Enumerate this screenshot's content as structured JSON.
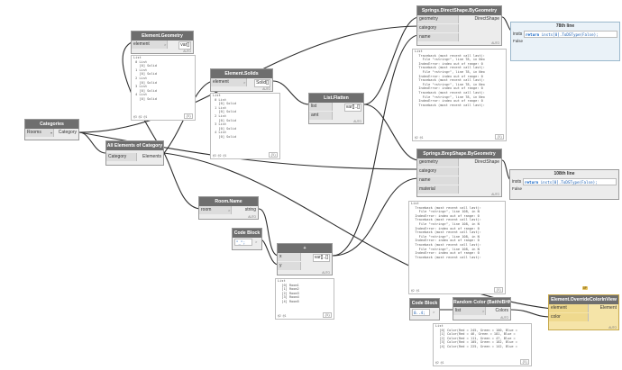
{
  "nodes": {
    "categories": {
      "title": "Categories",
      "dropdown": "Rooms",
      "out": "Category"
    },
    "all_elements": {
      "title": "All Elements of Category",
      "in": "Category",
      "out": "Elements"
    },
    "element_geometry": {
      "title": "Element.Geometry",
      "in": "element",
      "out": "var[]"
    },
    "element_solids": {
      "title": "Element.Solids",
      "in": "element",
      "out": "Solid[]"
    },
    "list_flatten": {
      "title": "List.Flatten",
      "in1": "list",
      "in2": "amt",
      "out": "var[]..[]"
    },
    "direct_shape": {
      "title": "Springs.DirectShape.ByGeometry",
      "in1": "geometry",
      "in2": "category",
      "in3": "name",
      "out": "DirectShape"
    },
    "brep_shape": {
      "title": "Springs.BrepShape.ByGeometry",
      "in1": "geometry",
      "in2": "category",
      "in3": "name",
      "in4": "material",
      "out": "DirectShape"
    },
    "room_name": {
      "title": "Room.Name",
      "in": "room",
      "out": "string"
    },
    "code_block1": {
      "title": "Code Block",
      "code": "\"_\";"
    },
    "plus": {
      "title": "+",
      "in1": "x",
      "in2": "y",
      "out": "var[]..[]"
    },
    "code_block2": {
      "title": "Code Block",
      "code": "0..4;"
    },
    "random_color": {
      "title": "Random Color (BatthiBHM)",
      "in": "list",
      "out": "Colors"
    },
    "override": {
      "title": "Element.OverrideColorInView",
      "in1": "element",
      "in2": "color",
      "out": "Element"
    },
    "line78": {
      "title": "78th line",
      "port": "insts",
      "code_kw": "return",
      "code_rest": " insts[0].ToDSType(False);",
      "result": "False"
    },
    "line108": {
      "title": "108th line",
      "port": "insts",
      "code_kw": "return",
      "code_rest": " insts[0].ToDSType(False);",
      "result": "False"
    }
  },
  "previews": {
    "geometry": {
      "lines": [
        "List",
        " 0 List",
        "   [0] Solid",
        " 1 List",
        "   [0] Solid",
        " 2 List",
        "   [0] Solid",
        " 3 List",
        "   [0] Solid",
        " 4 List",
        "   [0] Solid"
      ],
      "levels": "@3 @2 @1",
      "count": "{5}"
    },
    "solids": {
      "lines": [
        "List",
        " 0 List",
        "   [0] Solid",
        " 1 List",
        "   [0] Solid",
        " 2 List",
        "   [0] Solid",
        " 3 List",
        "   [0] Solid",
        " 4 List",
        "   [0] Solid"
      ],
      "levels": "@3 @2 @1",
      "count": "{5}"
    },
    "direct": {
      "lines": [
        "List",
        "  Traceback (most recent call last):",
        "    File \"<string>\", line 78, in Nex",
        "  IndexError: index out of range: 0",
        "",
        "  Traceback (most recent call last):",
        "    File \"<string>\", line 78, in Nex",
        "  IndexError: index out of range: 0",
        "",
        "  Traceback (most recent call last):",
        "    File \"<string>\", line 78, in Nex",
        "  IndexError: index out of range: 0",
        "",
        "  Traceback (most recent call last):",
        "    File \"<string>\", line 78, in Nex",
        "  IndexError: index out of range: 0",
        "",
        "  Traceback (most recent call last):"
      ],
      "levels": "@2 @1",
      "count": "{5}"
    },
    "brep": {
      "lines": [
        "List",
        "  Traceback (most recent call last):",
        "    File \"<string>\", line 108, in N",
        "  IndexError: index out of range: 0",
        "",
        "  Traceback (most recent call last):",
        "    File \"<string>\", line 108, in N",
        "  IndexError: index out of range: 0",
        "",
        "  Traceback (most recent call last):",
        "    File \"<string>\", line 108, in N",
        "  IndexError: index out of range: 0",
        "",
        "  Traceback (most recent call last):",
        "    File \"<string>\", line 108, in N",
        "  IndexError: index out of range: 0",
        "",
        "  Traceback (most recent call last):"
      ],
      "levels": "@2 @1",
      "count": "{5}"
    },
    "plus": {
      "lines": [
        "List",
        "  [0] Room1",
        "  [1] Room2",
        "  [2] Room3",
        "  [3] Room4",
        "  [4] Room5"
      ],
      "levels": "@2 @1",
      "count": "{5}"
    },
    "colors": {
      "lines": [
        "List",
        "  [0] Color(Red = 245, Green = 100, Blue =",
        "  [1] Color(Red = 46, Green = 181, Blue =",
        "  [2] Color(Red = 111, Green = 47, Blue =",
        "  [3] Color(Red = 105, Green = 182, Blue =",
        "  [4] Color(Red = 225, Green = 142, Blue ="
      ],
      "levels": "@2 @1",
      "count": "{5}"
    }
  },
  "common": {
    "auto_label": "AUTO",
    "override_badge": "8P"
  }
}
